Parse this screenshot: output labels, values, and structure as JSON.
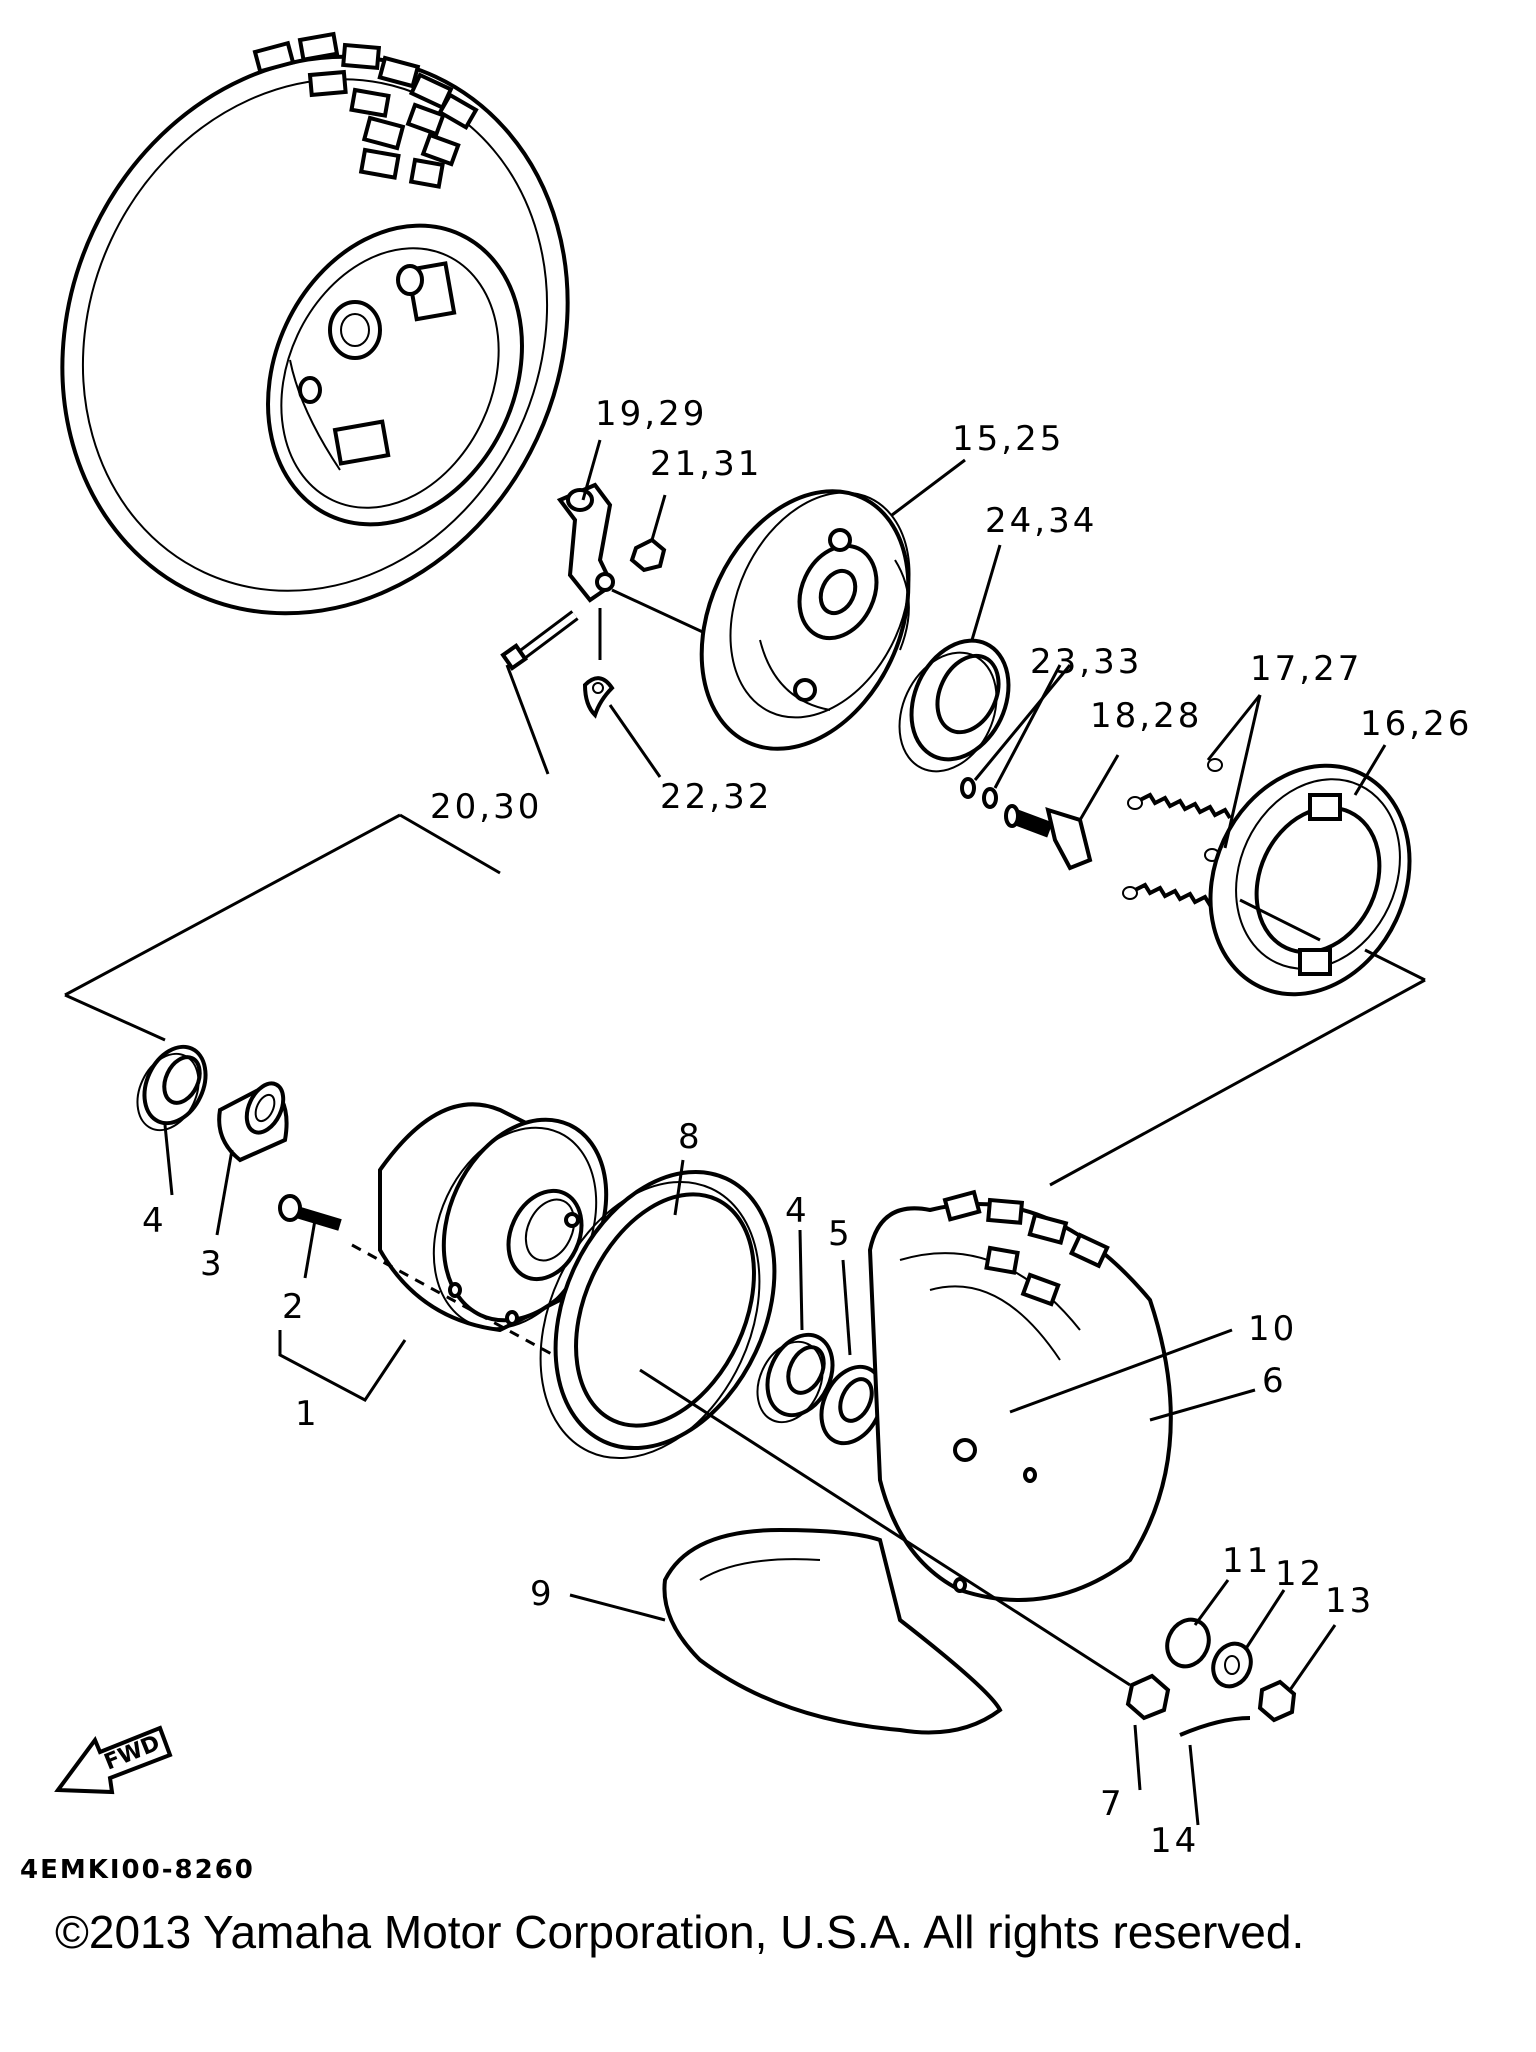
{
  "diagram": {
    "labels": {
      "l1": "1",
      "l2": "2",
      "l3": "3",
      "l4a": "4",
      "l4b": "4",
      "l5": "5",
      "l6": "6",
      "l7": "7",
      "l8": "8",
      "l9": "9",
      "l10": "10",
      "l11": "11",
      "l12": "12",
      "l13": "13",
      "l14": "14",
      "l15_25": "15,25",
      "l16_26": "16,26",
      "l17_27": "17,27",
      "l18_28": "18,28",
      "l19_29": "19,29",
      "l20_30": "20,30",
      "l21_31": "21,31",
      "l22_32": "22,32",
      "l23_33": "23,33",
      "l24_34": "24,34"
    },
    "fwd_label": "FWD",
    "diagram_code": "4EMKI00-8260"
  },
  "footer": {
    "copyright": "©2013 Yamaha Motor Corporation, U.S.A. All rights reserved."
  }
}
